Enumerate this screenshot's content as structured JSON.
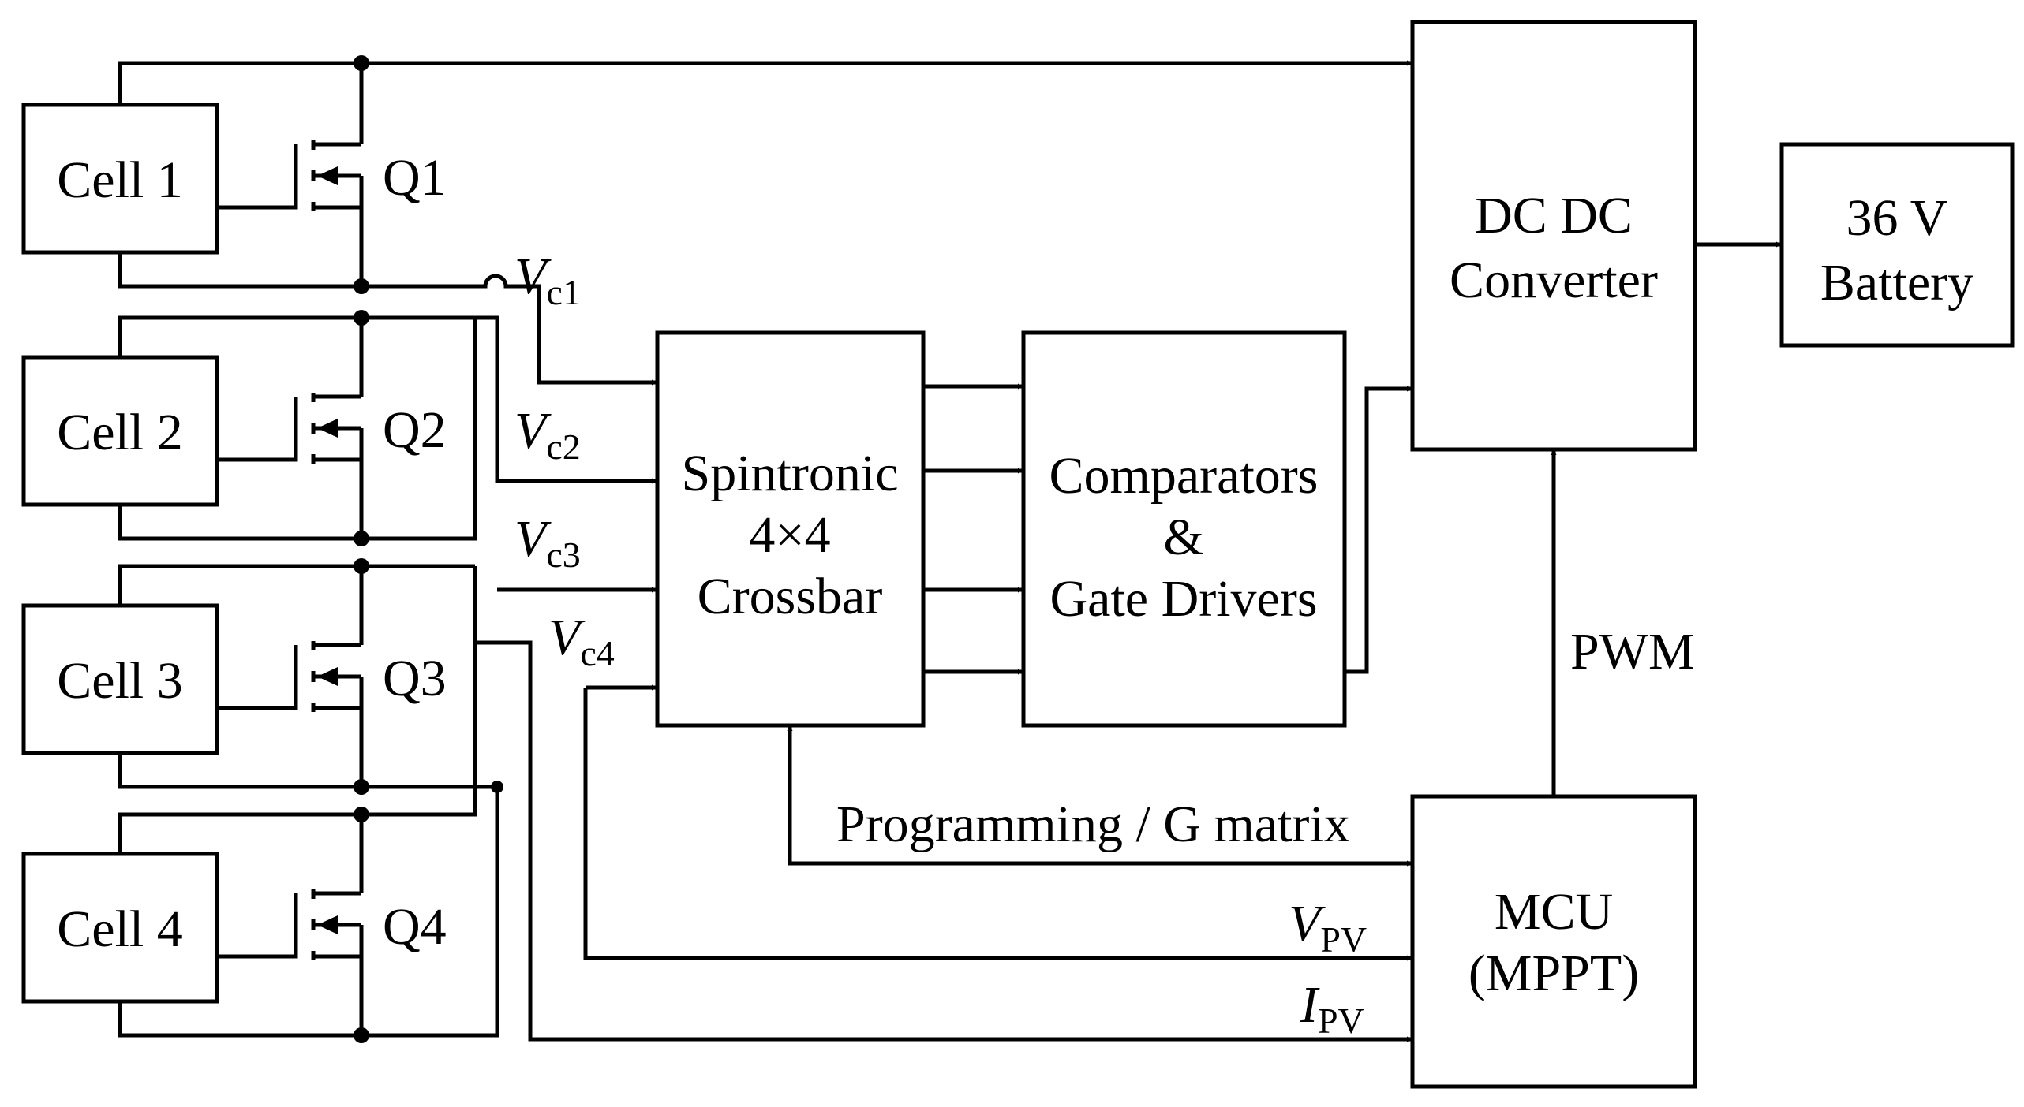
{
  "cells": [
    {
      "label": "Cell 1",
      "switch": "Q1"
    },
    {
      "label": "Cell 2",
      "switch": "Q2"
    },
    {
      "label": "Cell 3",
      "switch": "Q3"
    },
    {
      "label": "Cell 4",
      "switch": "Q4"
    }
  ],
  "crossbar": {
    "line1": "Spintronic",
    "line2": "4×4",
    "line3": "Crossbar"
  },
  "comparators": {
    "line1": "Comparators",
    "line2": "&",
    "line3": "Gate Drivers"
  },
  "dcdc": {
    "line1": "DC DC",
    "line2": "Converter"
  },
  "battery": {
    "line1": "36 V",
    "line2": "Battery"
  },
  "mcu": {
    "line1": "MCU",
    "line2": "(MPPT)"
  },
  "signals": {
    "vc1": {
      "main": "V",
      "sub": "c1"
    },
    "vc2": {
      "main": "V",
      "sub": "c2"
    },
    "vc3": {
      "main": "V",
      "sub": "c3"
    },
    "vc4": {
      "main": "V",
      "sub": "c4"
    },
    "vpv": {
      "main": "V",
      "sub": "PV"
    },
    "ipv": {
      "main": "I",
      "sub": "PV"
    },
    "pwm": "PWM",
    "programming": "Programming / G matrix"
  }
}
